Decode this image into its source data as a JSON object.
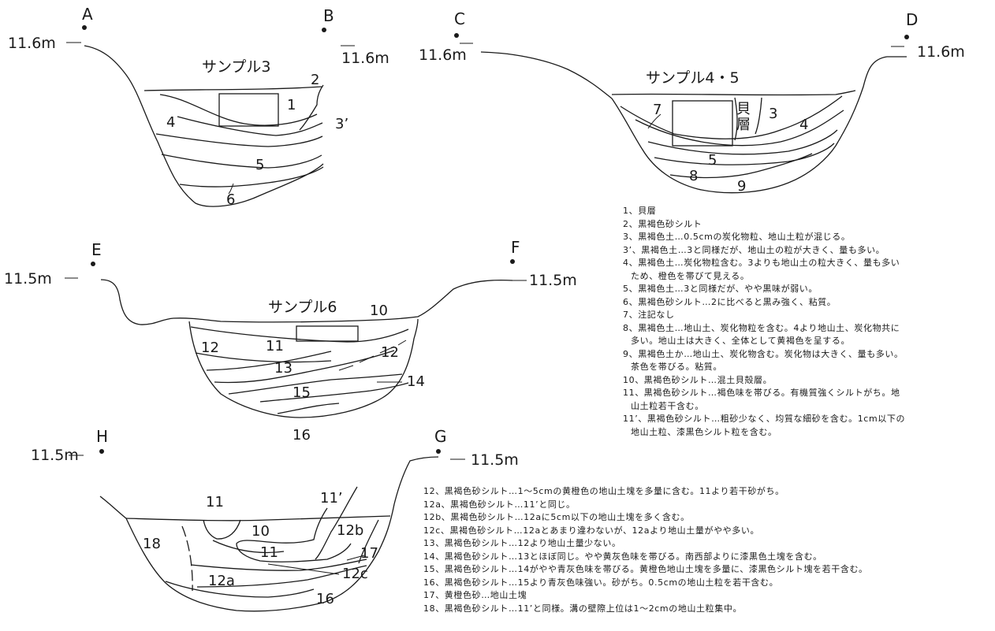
{
  "points": {
    "A": "A",
    "B": "B",
    "C": "C",
    "D": "D",
    "E": "E",
    "F": "F",
    "G": "G",
    "H": "H"
  },
  "elevations": {
    "ab_left": "11.6m",
    "ab_right": "11.6m",
    "cd_left": "11.6m",
    "cd_right": "11.6m",
    "ef_left": "11.5m",
    "ef_right": "11.5m",
    "hg_left": "11.5m",
    "hg_right": "11.5m"
  },
  "samples": {
    "s3": "サンプル3",
    "s45": "サンプル4・5",
    "s6": "サンプル6"
  },
  "layers_ab": {
    "l1": "1",
    "l2": "2",
    "l3p": "3’",
    "l4": "4",
    "l5": "5",
    "l6": "6"
  },
  "layers_cd": {
    "l7": "7",
    "shell1": "貝",
    "shell2": "層",
    "l3": "3",
    "l4": "4",
    "l5": "5",
    "l8": "8",
    "l9": "9"
  },
  "layers_ef": {
    "l10": "10",
    "l11": "11",
    "l12a": "12",
    "l12b": "12",
    "l13": "13",
    "l14": "14",
    "l15": "15",
    "l16": "16"
  },
  "layers_hg": {
    "l11a": "11",
    "l11p": "11’",
    "l10": "10",
    "l12b": "12b",
    "l18": "18",
    "l11b": "11",
    "l17": "17",
    "l12c": "12c",
    "l12a": "12a",
    "l16": "16"
  },
  "notes1": [
    "1、貝層",
    "2、黒褐色砂シルト",
    "3、黒褐色土…0.5cmの炭化物粒、地山土粒が混じる。",
    "3’、黒褐色土…3と同様だが、地山土の粒が大きく、量も多い。",
    "4、黒褐色土…炭化物粒含む。3よりも地山土の粒大きく、量も多い",
    "ため、橙色を帯びて見える。",
    "5、黒褐色土…3と同様だが、やや黒味が弱い。",
    "6、黒褐色砂シルト…2に比べると黒み強く、粘質。",
    "7、注記なし",
    "8、黒褐色土…地山土、炭化物粒を含む。4より地山土、炭化物共に",
    "多い。地山土は大きく、全体として黄褐色を呈する。",
    "9、黒褐色土か…地山土、炭化物含む。炭化物は大きく、量も多い。",
    "茶色を帯びる。粘質。",
    "10、黒褐色砂シルト…混土貝殻層。",
    "11、黒褐色砂シルト…褐色味を帯びる。有機質強くシルトがち。地",
    "山土粒若干含む。",
    "11’、黒褐色砂シルト…粗砂少なく、均質な細砂を含む。1cm以下の",
    "地山土粒、漆黒色シルト粒を含む。"
  ],
  "notes2": [
    "12、黒褐色砂シルト…1～5cmの黄橙色の地山土塊を多量に含む。11より若干砂がち。",
    "12a、黒褐色砂シルト…11’と同じ。",
    "12b、黒褐色砂シルト…12aに5cm以下の地山土塊を多く含む。",
    "12c、黒褐色砂シルト…12aとあまり違わないが、12aより地山土量がやや多い。",
    "13、黒褐色砂シルト…12より地山土量少ない。",
    "14、黒褐色砂シルト…13とほぼ同じ。やや黄灰色味を帯びる。南西部よりに漆黒色土塊を含む。",
    "15、黒褐色砂シルト…14がやや青灰色味を帯びる。黄橙色地山土塊を多量に、漆黒色シルト塊を若干含む。",
    "16、黒褐色砂シルト…15より青灰色味強い。砂がち。0.5cmの地山土粒を若干含む。",
    "17、黄橙色砂…地山土塊",
    "18、黒褐色砂シルト…11’と同様。溝の壁際上位は1～2cmの地山土粒集中。"
  ]
}
